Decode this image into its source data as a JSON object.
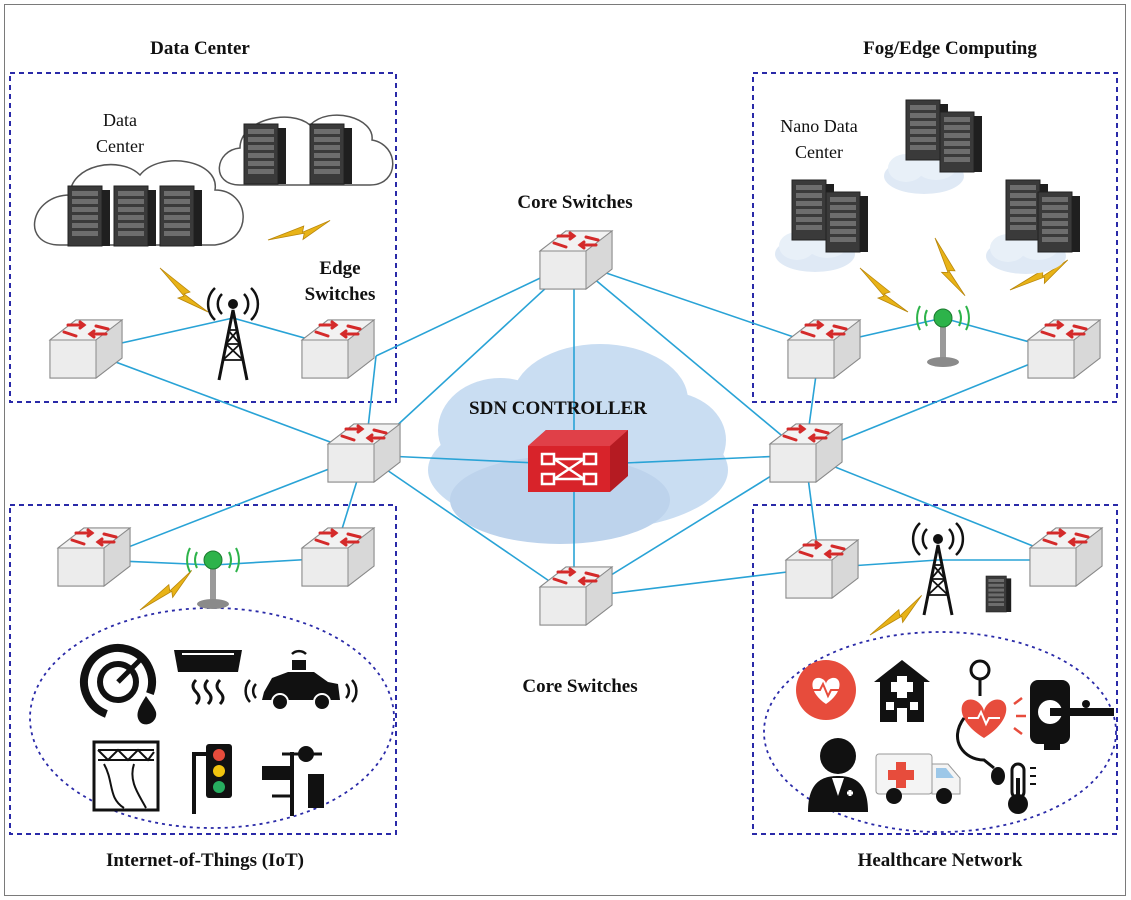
{
  "diagram": {
    "sections": {
      "data_center": {
        "title": "Data Center",
        "cloud_label_line1": "Data",
        "cloud_label_line2": "Center",
        "edge_label_line1": "Edge",
        "edge_label_line2": "Switches"
      },
      "fog_edge": {
        "title": "Fog/Edge Computing",
        "nano_label_line1": "Nano Data",
        "nano_label_line2": "Center"
      },
      "iot": {
        "title": "Internet-of-Things (IoT)"
      },
      "healthcare": {
        "title": "Healthcare Network"
      }
    },
    "core_top_label": "Core Switches",
    "core_bottom_label": "Core Switches",
    "controller_label": "SDN CONTROLLER",
    "colors": {
      "link": "#29a3d6",
      "dash_border": "#2a2aa8",
      "switch_red": "#d42a2a",
      "controller_red": "#d8232a",
      "cloud": "#c9ddf2",
      "lightning": "#e8b317"
    },
    "icons": [
      "network-switch-icon",
      "server-rack-icon",
      "radio-tower-icon",
      "wireless-ap-icon",
      "lightning-icon",
      "cloud-icon",
      "gauge-icon",
      "smoke-detector-icon",
      "connected-car-icon",
      "bridge-icon",
      "traffic-light-icon",
      "weather-station-icon",
      "heart-monitor-icon",
      "hospital-icon",
      "stethoscope-heart-icon",
      "mri-scanner-icon",
      "doctor-icon",
      "ambulance-icon",
      "thermometer-icon"
    ]
  }
}
